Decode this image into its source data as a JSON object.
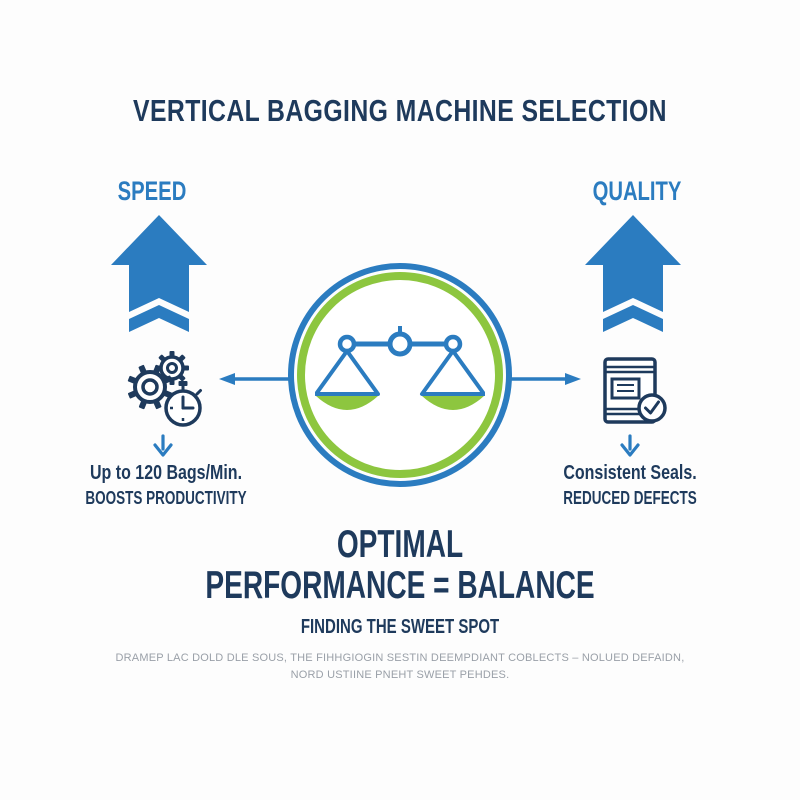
{
  "title": "VERTICAL BAGGING MACHINE SELECTION",
  "colors": {
    "blue": "#2b7cc0",
    "green": "#8dc63f",
    "navy": "#1e3a5c",
    "gray": "#9aa0a8",
    "bg": "#fdfdfd"
  },
  "speed": {
    "label": "SPEED",
    "icon": "gears-stopwatch-icon",
    "line1": "Up to 120 Bags/Min.",
    "line2": "BOOSTS PRODUCTIVITY"
  },
  "quality": {
    "label": "QUALITY",
    "icon": "bag-check-icon",
    "line1": "Consistent Seals.",
    "line2": "REDUCED DEFECTS"
  },
  "center": {
    "icon": "balance-scale-icon"
  },
  "conclusion": {
    "heading_line1": "OPTIMAL",
    "heading_line2": "PERFORMANCE = BALANCE",
    "subheading": "FINDING THE SWEET SPOT",
    "body_line1": "DRAMEP LAC DOLD DLE SOUS, THE FIHHGIOGIN SESTIN DEEMPDIANT COBLECTS – NOLUED DEFAIDN,",
    "body_line2": "NORD USTIINE PNEHT SWEET PEHDES."
  }
}
